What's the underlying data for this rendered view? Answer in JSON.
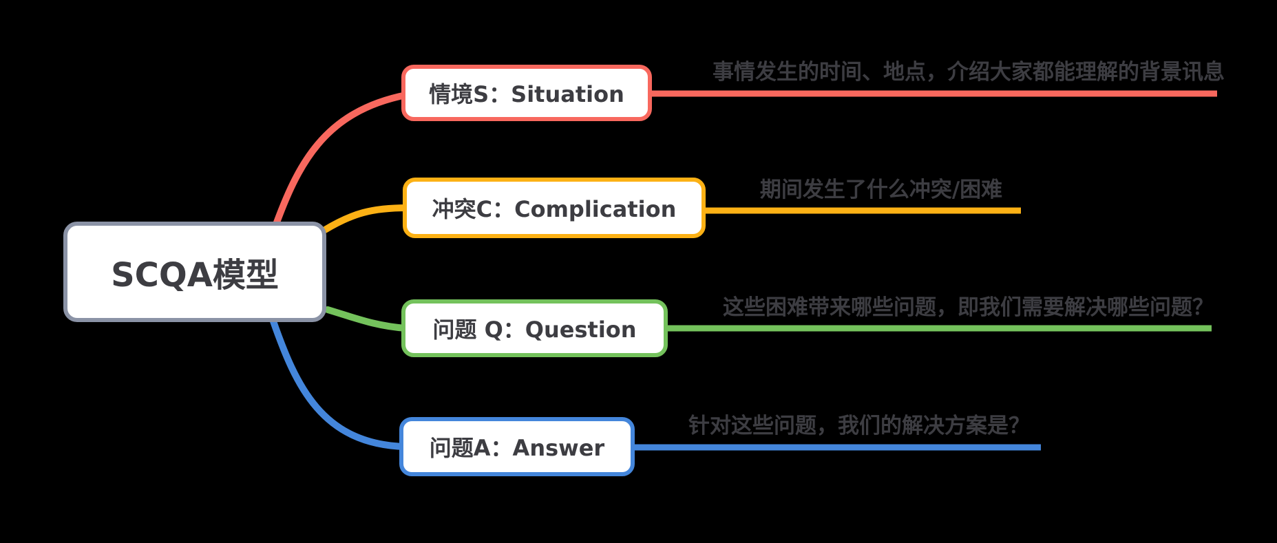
{
  "root": {
    "label": "SCQA模型",
    "border_color": "#8B93A6"
  },
  "branches": [
    {
      "id": "situation",
      "label": "情境S：Situation",
      "note": "事情发生的时间、地点，介绍大家都能理解的背景讯息",
      "color": "#F8685E"
    },
    {
      "id": "complication",
      "label": "冲突C：Complication",
      "note": "期间发生了什么冲突/困难",
      "color": "#FCB115"
    },
    {
      "id": "question",
      "label": "问题 Q：Question",
      "note": "这些困难带来哪些问题，即我们需要解决哪些问题？",
      "color": "#74C25C"
    },
    {
      "id": "answer",
      "label": "问题A：Answer",
      "note": "针对这些问题，我们的解决方案是？",
      "color": "#4486DB"
    }
  ],
  "colors": {
    "canvas_background": "#000000",
    "node_background": "#FFFFFF",
    "text": "#3D3D42"
  }
}
